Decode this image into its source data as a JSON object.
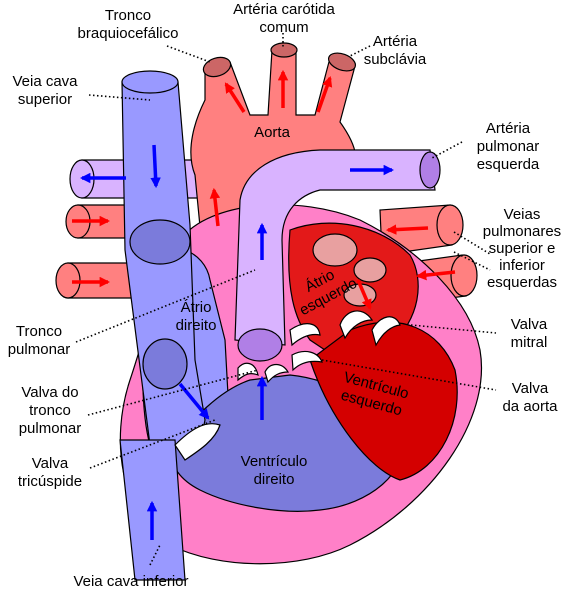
{
  "labels": {
    "tronco_braquiocefalico": [
      "Tronco",
      "braquiocefálico"
    ],
    "arteria_carotida": [
      "Artéria carótida",
      "comum"
    ],
    "arteria_subclavia": [
      "Artéria",
      "subclávia"
    ],
    "veia_cava_superior": [
      "Veia cava",
      "superior"
    ],
    "aorta": "Aorta",
    "arteria_pulmonar_esquerda": [
      "Artéria",
      "pulmonar",
      "esquerda"
    ],
    "veias_pulmonares": [
      "Veias",
      "pulmonares",
      "superior e",
      "inferior",
      "esquerdas"
    ],
    "atrio_esquerdo": [
      "Átrio",
      "esquerdo"
    ],
    "atrio_direito": [
      "Átrio",
      "direito"
    ],
    "tronco_pulmonar": [
      "Tronco",
      "pulmonar"
    ],
    "valva_mitral": [
      "Valva",
      "mitral"
    ],
    "valva_tronco_pulmonar": [
      "Valva do",
      "tronco",
      "pulmonar"
    ],
    "ventriculo_esquerdo": [
      "Ventrículo",
      "esquerdo"
    ],
    "valva_aorta": [
      "Valva",
      "da aorta"
    ],
    "ventriculo_direito": [
      "Ventrículo",
      "direito"
    ],
    "valva_tricuspide": [
      "Valva",
      "tricúspide"
    ],
    "veia_cava_inferior": "Veia cava inferior"
  },
  "colors": {
    "deoxygenated_vessel": "#9999ff",
    "deoxygenated_chamber": "#7b7bdb",
    "pulmonary_trunk": "#d9b3ff",
    "oxygenated_vessel": "#ff8080",
    "left_chamber": "#e31919",
    "heart_wall": "#ff80c8",
    "arrow_red": "#ff0000",
    "arrow_blue": "#0000ff"
  }
}
